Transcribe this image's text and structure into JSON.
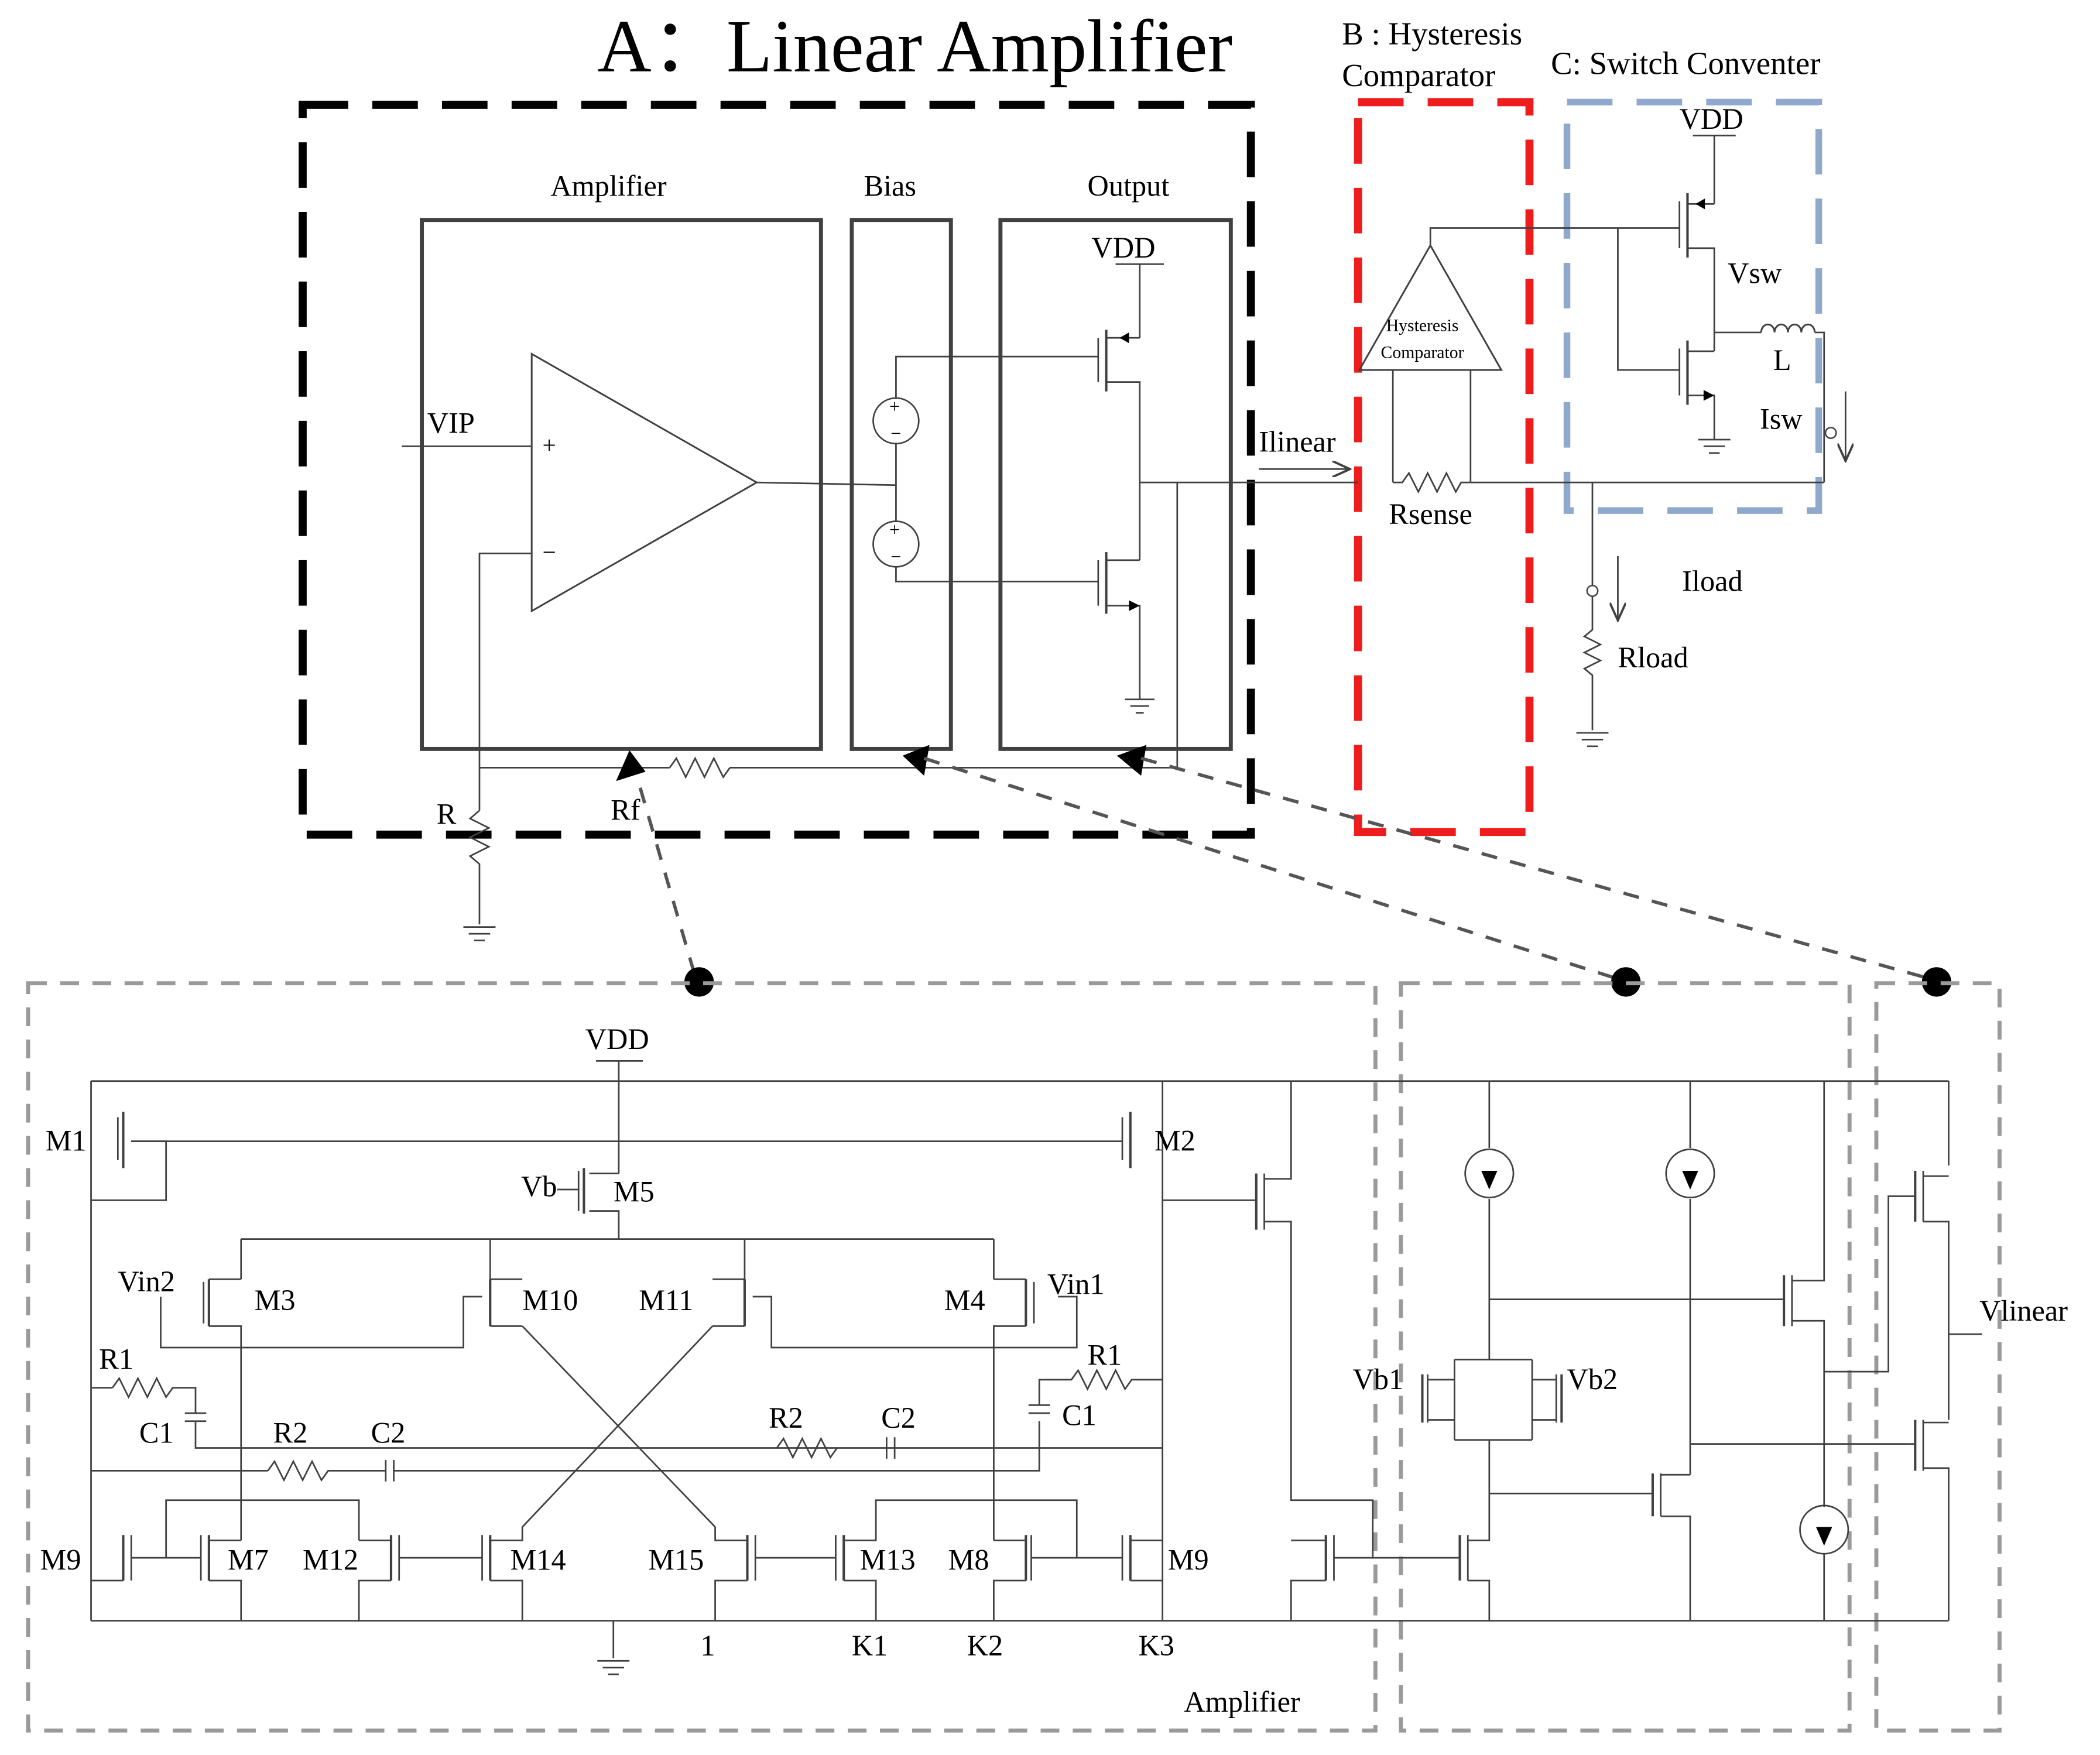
{
  "blocks": {
    "linear_amplifier": "A：Linear Amplifier",
    "hysteresis_line1": "B : Hysteresis",
    "hysteresis_line2": "Comparator",
    "switch_converter": "C: Switch Conventer"
  },
  "linear_amp": {
    "amplifier": "Amplifier",
    "bias": "Bias",
    "output": "Output",
    "vdd": "VDD",
    "vip": "VIP",
    "plus": "+",
    "minus": "−",
    "r": "R",
    "rf": "Rf"
  },
  "comparator": {
    "symbol_line1": "Hysteresis",
    "symbol_line2": "Comparator",
    "ilinear": "Ilinear",
    "rsense": "Rsense"
  },
  "converter": {
    "vdd": "VDD",
    "vsw": "Vsw",
    "l": "L",
    "isw": "Isw",
    "iload": "Iload",
    "rload": "Rload"
  },
  "amplifier_detail": {
    "vdd": "VDD",
    "title": "Amplifier",
    "transistors": {
      "m1": "M1",
      "m2": "M2",
      "m3": "M3",
      "m4": "M4",
      "m5": "M5",
      "m7": "M7",
      "m8": "M8",
      "m9_left": "M9",
      "m9_right": "M9",
      "m10": "M10",
      "m11": "M11",
      "m12": "M12",
      "m13": "M13",
      "m14": "M14",
      "m15": "M15"
    },
    "vb": "Vb",
    "vin1": "Vin1",
    "vin2": "Vin2",
    "r1_left": "R1",
    "r1_right": "R1",
    "c1_left": "C1",
    "c1_right": "C1",
    "r2_left": "R2",
    "r2_right": "R2",
    "c2_left": "C2",
    "c2_right": "C2",
    "node_1": "1",
    "k1": "K1",
    "k2": "K2",
    "k3": "K3"
  },
  "bias_detail": {
    "vb1": "Vb1",
    "vb2": "Vb2"
  },
  "output_detail": {
    "vlinear": "Vlinear"
  },
  "colors": {
    "block_a": "#000000",
    "block_b": "#ee1c1c",
    "block_c": "#8fa9cc",
    "wire": "#404040",
    "detail_border": "#9a9a9a"
  }
}
